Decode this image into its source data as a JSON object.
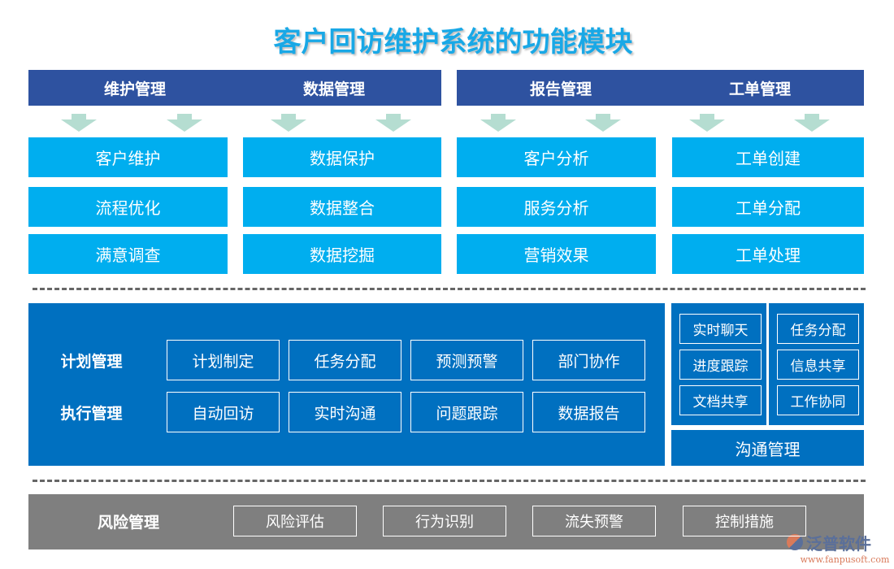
{
  "title": "客户回访维护系统的功能模块",
  "colors": {
    "title": "#19A8E6",
    "header": "#2E52A0",
    "module": "#00AEEF",
    "panel": "#0070C0",
    "arrow": "#B5DDD1",
    "risk": "#7F7F7F"
  },
  "top_groups": [
    {
      "label": "维护管理",
      "items": [
        "客户维护",
        "流程优化",
        "满意调查"
      ]
    },
    {
      "label": "数据管理",
      "items": [
        "数据保护",
        "数据整合",
        "数据挖掘"
      ]
    },
    {
      "label": "报告管理",
      "items": [
        "客户分析",
        "服务分析",
        "营销效果"
      ]
    },
    {
      "label": "工单管理",
      "items": [
        "工单创建",
        "工单分配",
        "工单处理"
      ]
    }
  ],
  "middle": {
    "rows": [
      {
        "label": "计划管理",
        "items": [
          "计划制定",
          "任务分配",
          "预测预警",
          "部门协作"
        ]
      },
      {
        "label": "执行管理",
        "items": [
          "自动回访",
          "实时沟通",
          "问题跟踪",
          "数据报告"
        ]
      }
    ]
  },
  "communication": {
    "label": "沟通管理",
    "left": [
      "实时聊天",
      "进度跟踪",
      "文档共享"
    ],
    "right": [
      "任务分配",
      "信息共享",
      "工作协同"
    ]
  },
  "risk": {
    "label": "风险管理",
    "items": [
      "风险评估",
      "行为识别",
      "流失预警",
      "控制措施"
    ]
  },
  "watermark": {
    "brand": "泛普软件",
    "url": "www.fanpusoft.com"
  }
}
